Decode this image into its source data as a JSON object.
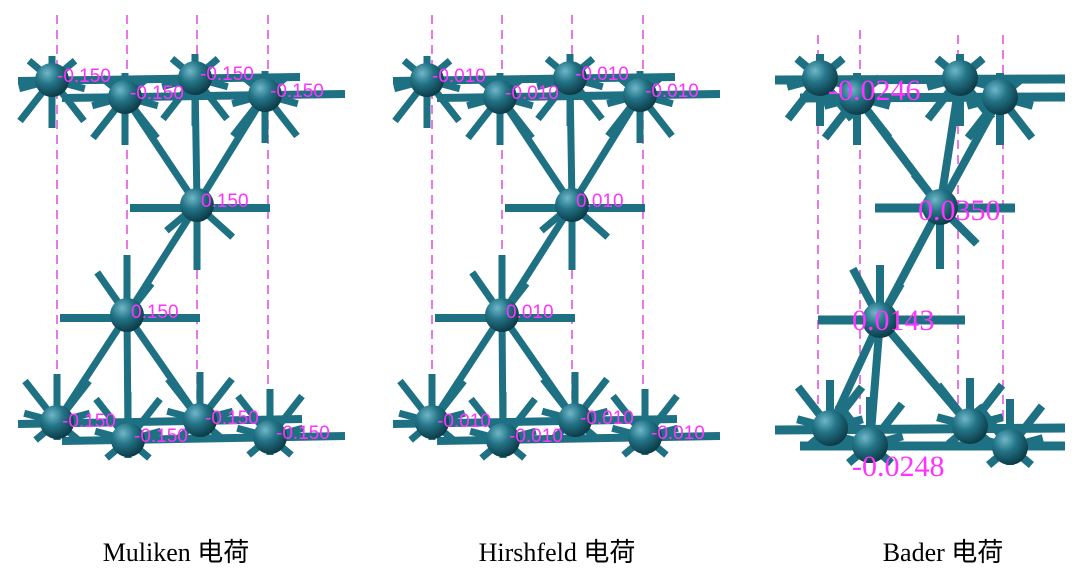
{
  "figure": {
    "panels": [
      {
        "caption": "Muliken 电荷",
        "charge_labels": [
          "-0.150",
          "-0.150",
          "-0.150",
          "-0.150",
          "0.150",
          "0.150",
          "-0.150",
          "-0.150",
          "-0.150",
          "-0.150"
        ]
      },
      {
        "caption": "Hirshfeld 电荷",
        "charge_labels": [
          "-0.010",
          "-0.010",
          "-0.010",
          "-0.010",
          "0.010",
          "0.010",
          "-0.010",
          "-0.010",
          "-0.010",
          "-0.010"
        ]
      },
      {
        "caption": "Bader 电荷",
        "charge_labels": [
          "-0.0246",
          "0.0350",
          "0.0143",
          "-0.0248"
        ]
      }
    ]
  },
  "colors": {
    "atom_highlight": "#6fb7c8",
    "atom": "#237487",
    "atom_shadow": "#0c3a46",
    "bond": "#1e7083",
    "charge_label": "#ff33ff",
    "cell_dash": "#e04ce0",
    "caption": "#000000"
  }
}
